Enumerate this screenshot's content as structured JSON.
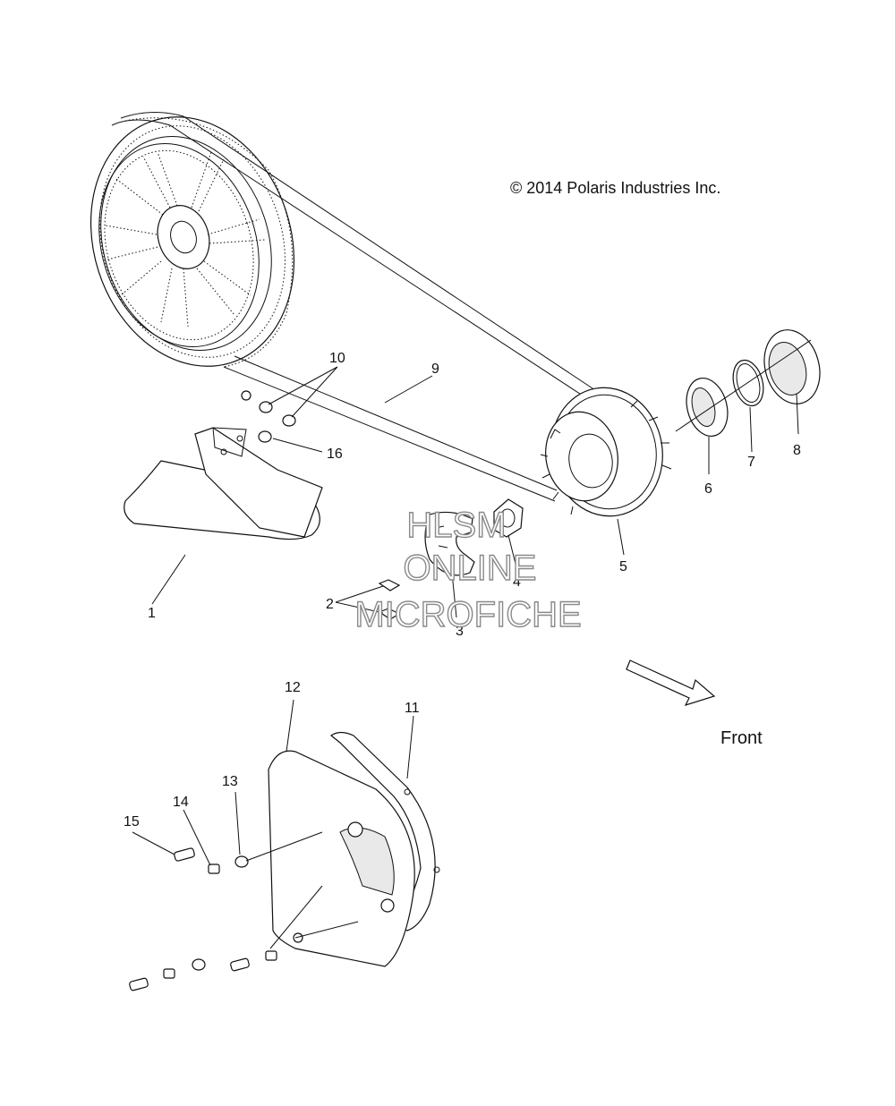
{
  "copyright": "© 2014 Polaris Industries Inc.",
  "front_label": "Front",
  "watermark": [
    "HLSM",
    "ONLINE",
    "MICROFICHE"
  ],
  "callouts": [
    "1",
    "2",
    "3",
    "4",
    "5",
    "6",
    "7",
    "8",
    "9",
    "10",
    "11",
    "12",
    "13",
    "14",
    "15",
    "16"
  ]
}
